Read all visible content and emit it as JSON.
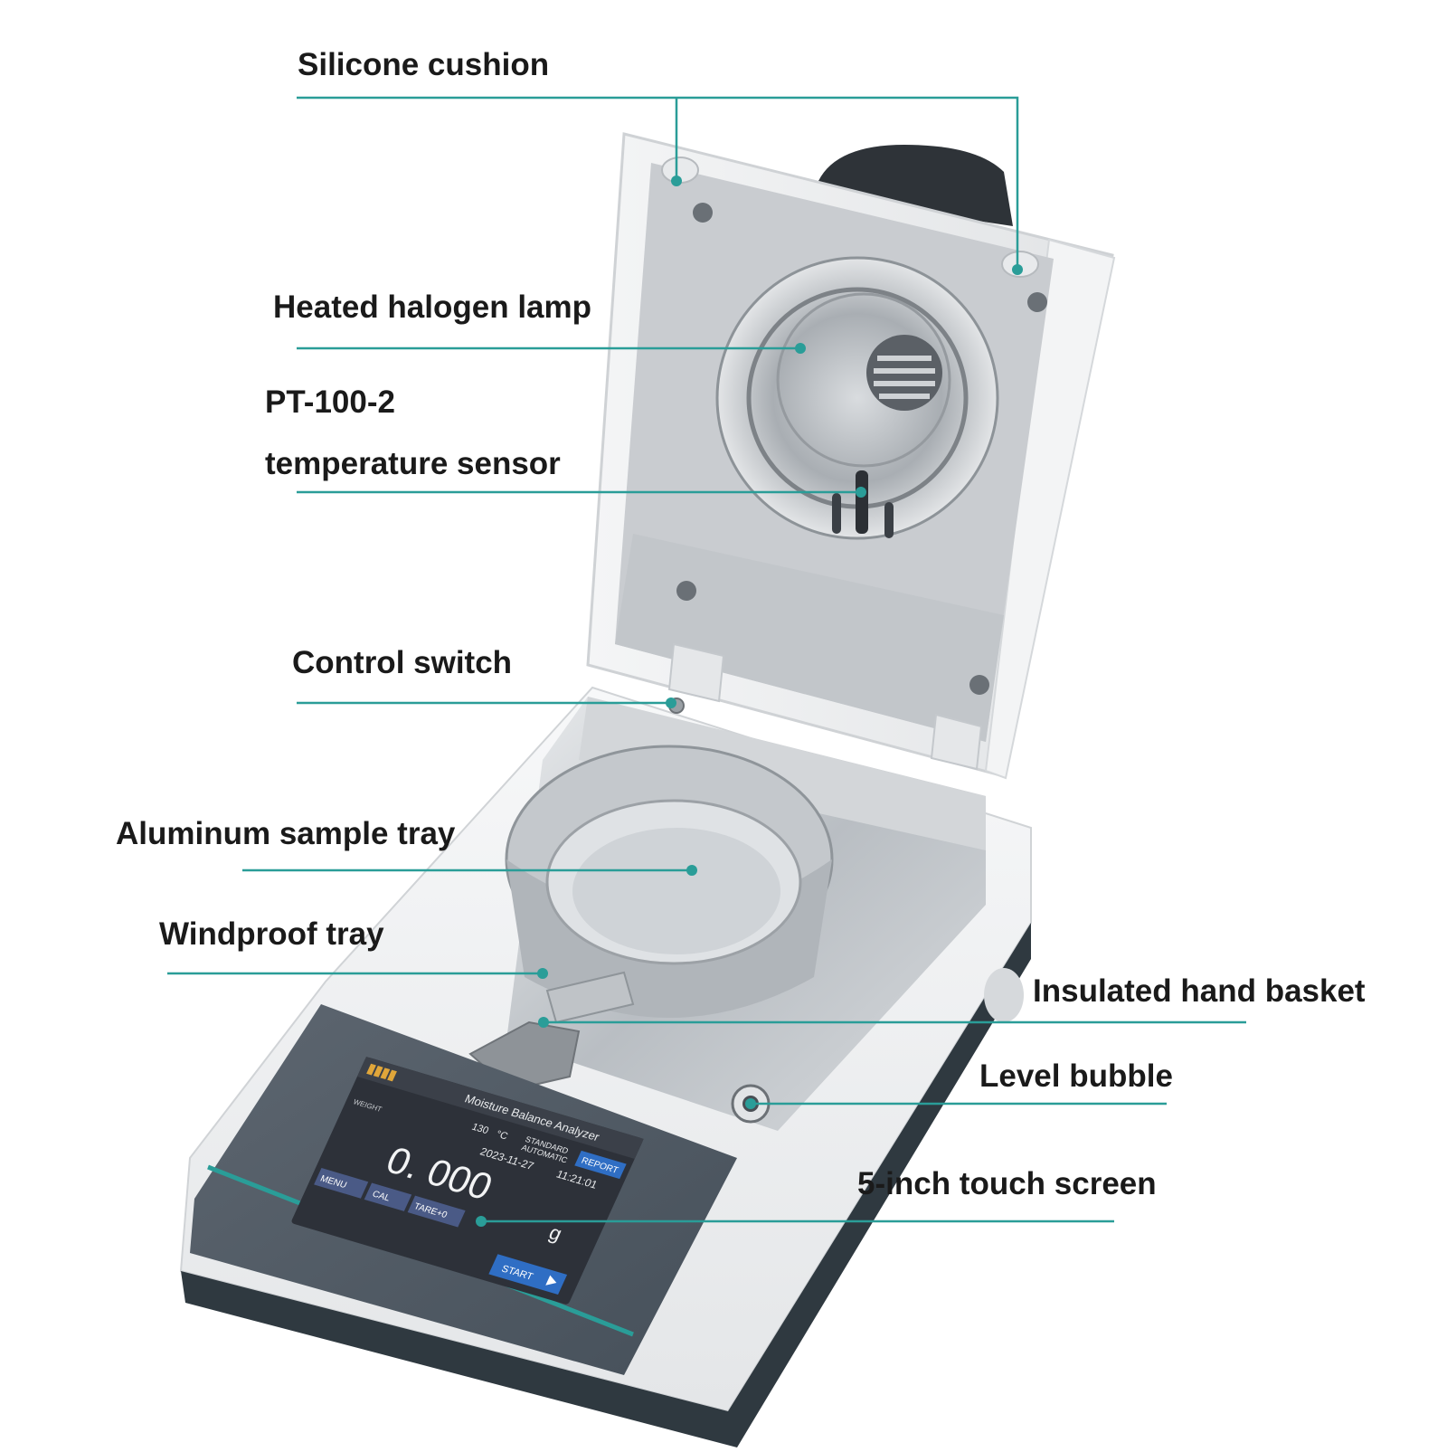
{
  "labels": {
    "silicone_cushion": "Silicone cushion",
    "halogen_lamp": "Heated halogen lamp",
    "temp_sensor_line1": "PT-100-2",
    "temp_sensor_line2": "temperature sensor",
    "control_switch": "Control switch",
    "aluminum_tray": "Aluminum sample tray",
    "windproof_tray": "Windproof tray",
    "hand_basket": "Insulated hand basket",
    "level_bubble": "Level bubble",
    "touch_screen": "5-inch touch screen"
  },
  "screen": {
    "title": "Moisture Balance Analyzer",
    "temperature": "130",
    "temp_unit": "°C",
    "mode_line1": "STANDARD",
    "mode_line2": "AUTOMATIC",
    "report_button": "REPORT",
    "weight_label": "WEIGHT",
    "date": "2023-11-27",
    "time": "11:21:01",
    "weight_value": "0. 000",
    "weight_unit": "g",
    "menu_button": "MENU",
    "cal_button": "CAL",
    "tare_button": "TARE+0",
    "start_button": "START"
  },
  "colors": {
    "leader_line": "#2a9d98",
    "label_text": "#1a1a1a",
    "screen_bg": "#2d3139",
    "accent_blue": "#2f6ec4"
  }
}
